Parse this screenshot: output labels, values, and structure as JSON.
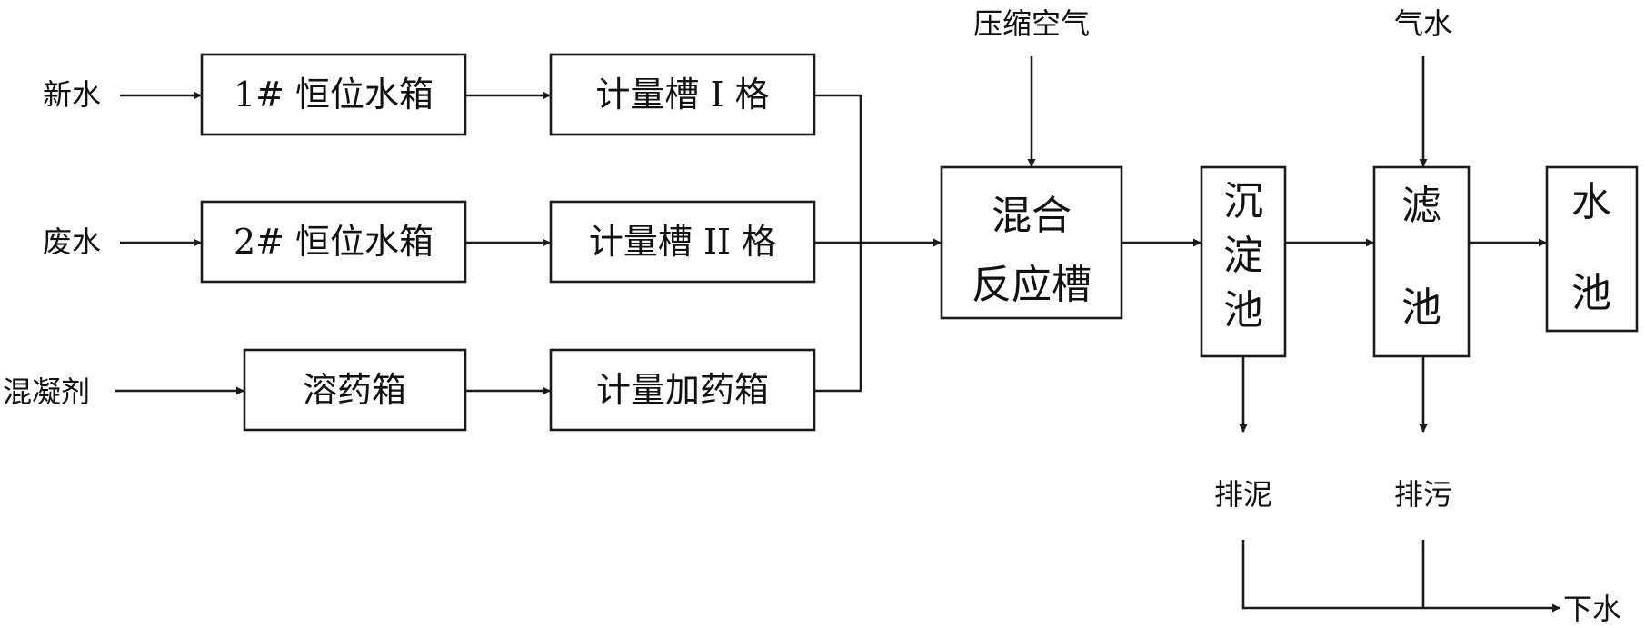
{
  "diagram": {
    "inputs": {
      "fresh_water": "新水",
      "waste_water": "废水",
      "coagulant": "混凝剂",
      "compressed_air": "压缩空气",
      "air_water": "气水"
    },
    "boxes": {
      "tank1": "1#  恒位水箱",
      "tank2": "2#  恒位水箱",
      "dissolve_tank": "溶药箱",
      "meter1": "计量槽 I  格",
      "meter2": "计量槽 II  格",
      "dosing_tank": "计量加药箱",
      "mix_reactor": [
        "混合",
        "反应槽"
      ],
      "sediment_tank": [
        "沉",
        "淀",
        "池"
      ],
      "filter_tank": [
        "滤",
        "池"
      ],
      "water_pool": [
        "水",
        "池"
      ]
    },
    "outputs": {
      "sludge": "排泥",
      "sewage": "排污",
      "drain": "下水"
    }
  }
}
